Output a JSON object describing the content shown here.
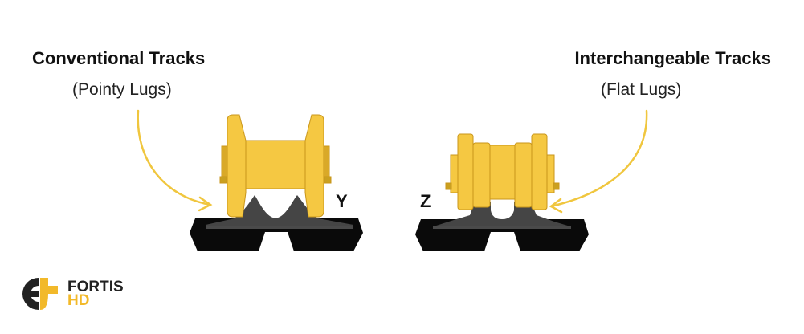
{
  "left": {
    "title": "Conventional Tracks",
    "subtitle": "(Pointy Lugs)",
    "marker": "Y"
  },
  "right": {
    "title": "Interchangeable Tracks",
    "subtitle": "(Flat Lugs)",
    "marker": "Z"
  },
  "logo": {
    "line1": "FORTIS",
    "line2": "HD"
  },
  "colors": {
    "yellow": "#f5c842",
    "yellow_dark": "#d4a21c",
    "track": "#0a0a0a",
    "lug": "#454545",
    "arrow": "#f0c63e",
    "logo_dark": "#222222",
    "logo_yellow": "#f2b92a"
  }
}
